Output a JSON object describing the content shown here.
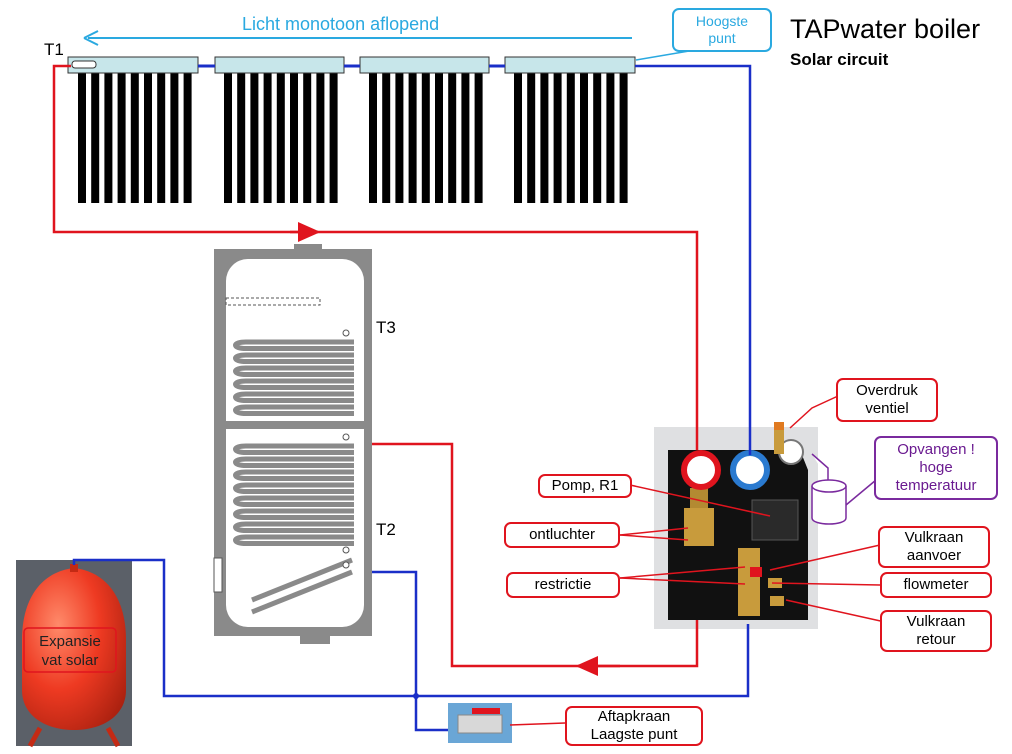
{
  "title": "TAPwater boiler",
  "subtitle": "Solar circuit",
  "collector": {
    "flow_text": "Licht  monotoon aflopend",
    "highest_point": "Hoogste\npunt"
  },
  "sensors": {
    "t1": "T1",
    "t2": "T2",
    "t3": "T3"
  },
  "callouts": {
    "overdruk": "Overdruk\nventiel",
    "opvangen": "Opvangen !\nhoge\ntemperatuur",
    "pomp": "Pomp, R1",
    "ontluchter": "ontluchter",
    "restrictie": "restrictie",
    "vulkraan_aanvoer": "Vulkraan\naanvoer",
    "flowmeter": "flowmeter",
    "vulkraan_retour": "Vulkraan\nretour",
    "aftapkraan": "Aftapkraan\nLaagste punt"
  },
  "expansion_vessel": "Expansie\nvat solar",
  "colors": {
    "supply": "#e0141e",
    "return": "#1a2fc8",
    "flow_arrow": "#2aa9e0",
    "callout_border": "#e0141e",
    "purple_callout": "#7a2a9e"
  }
}
